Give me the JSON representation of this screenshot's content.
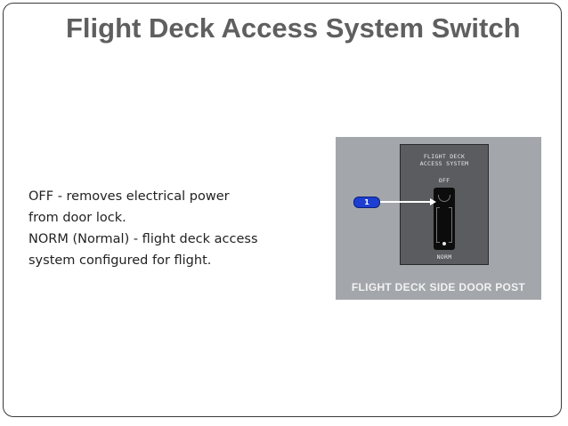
{
  "slide": {
    "title": "Flight Deck Access System Switch",
    "body_lines": [
      "OFF - removes electrical power",
      "from door lock.",
      "NORM (Normal) - flight deck access",
      "system configured for flight."
    ]
  },
  "panel": {
    "plate_label_line1": "FLIGHT DECK",
    "plate_label_line2": "ACCESS SYSTEM",
    "position_off": "OFF",
    "position_norm": "NORM",
    "callout_number": "1",
    "caption": "FLIGHT DECK SIDE DOOR POST"
  },
  "colors": {
    "title": "#5f5f5f",
    "panel_background": "#a3a6ab",
    "switch_plate": "#5a5c5f",
    "callout_badge": "#1d3fd1"
  }
}
